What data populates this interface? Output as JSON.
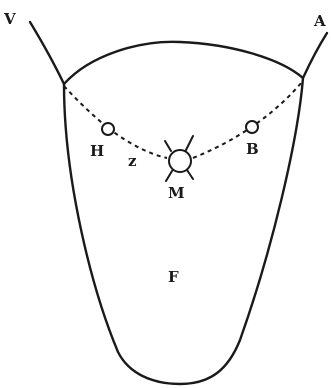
{
  "labels": {
    "top_left": "V",
    "top_right": "A",
    "left_node": "H",
    "left_segment": "z",
    "center_node": "M",
    "right_node": "B",
    "body": "F"
  }
}
